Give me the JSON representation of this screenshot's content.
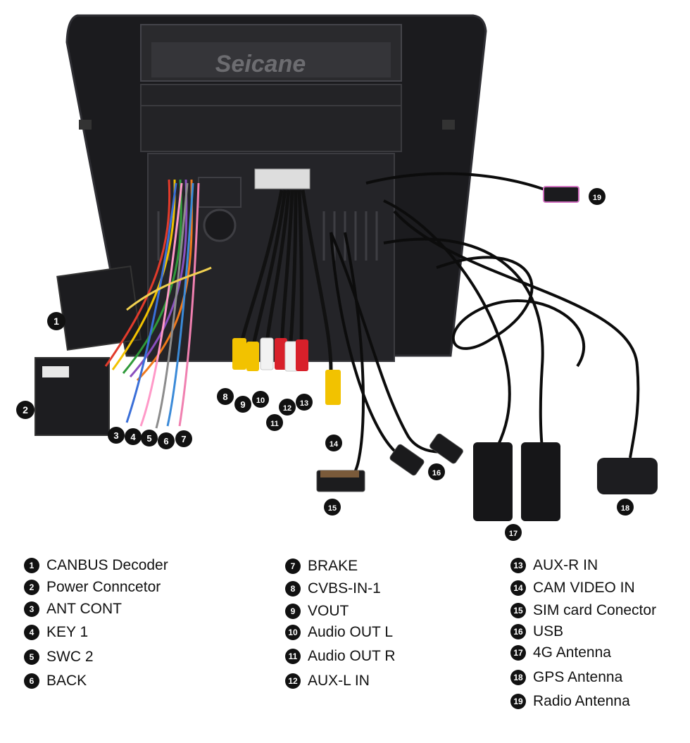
{
  "photo": {
    "brand_logo": "Seicane",
    "colors": {
      "panel": "#1a1a1c",
      "panel_edge": "#2c2c30",
      "rca_yellow": "#f2c200",
      "rca_red": "#d8202a",
      "rca_white": "#f2f2f2",
      "callout_badge": "#111111"
    },
    "callouts": [
      "1",
      "2",
      "3",
      "4",
      "5",
      "6",
      "7",
      "8",
      "9",
      "10",
      "11",
      "12",
      "13",
      "14",
      "15",
      "16",
      "17",
      "18",
      "19"
    ]
  },
  "legend": {
    "col1": [
      {
        "num": "1",
        "label": "CANBUS Decoder"
      },
      {
        "num": "2",
        "label": "Power Conncetor"
      },
      {
        "num": "3",
        "label": "ANT CONT"
      },
      {
        "num": "4",
        "label": "KEY 1"
      },
      {
        "num": "5",
        "label": "SWC 2"
      },
      {
        "num": "6",
        "label": "BACK"
      }
    ],
    "col2": [
      {
        "num": "7",
        "label": "BRAKE"
      },
      {
        "num": "8",
        "label": "CVBS-IN-1"
      },
      {
        "num": "9",
        "label": "VOUT"
      },
      {
        "num": "10",
        "label": "Audio OUT L"
      },
      {
        "num": "11",
        "label": "Audio OUT R"
      },
      {
        "num": "12",
        "label": "AUX-L IN"
      }
    ],
    "col3": [
      {
        "num": "13",
        "label": "AUX-R IN"
      },
      {
        "num": "14",
        "label": "CAM VIDEO IN"
      },
      {
        "num": "15",
        "label": "SIM card Conector"
      },
      {
        "num": "16",
        "label": "USB"
      },
      {
        "num": "17",
        "label": "4G Antenna"
      },
      {
        "num": "18",
        "label": "GPS Antenna"
      },
      {
        "num": "19",
        "label": "Radio Antenna"
      }
    ]
  }
}
